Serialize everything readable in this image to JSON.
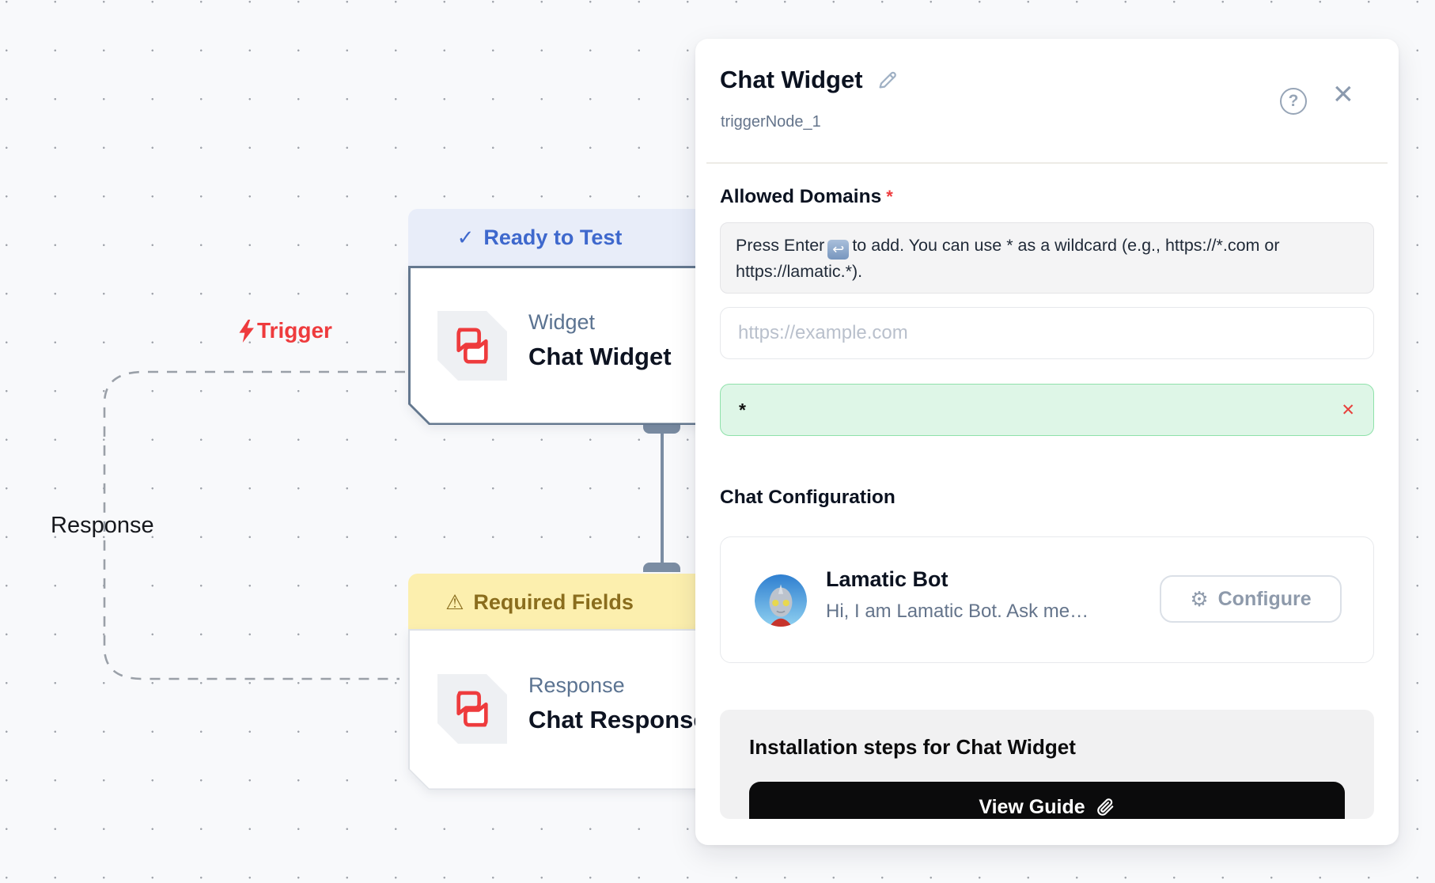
{
  "colors": {
    "accent_blue": "#3e68cd",
    "alert_red": "#ee3b3d",
    "warning_text": "#8a6d1d",
    "slate_border": "#64788f",
    "success_bg": "#def6e7",
    "success_border": "#8fe1aa"
  },
  "icons": {
    "check": "✓",
    "warning": "⚠",
    "help": "?",
    "close": "×",
    "remove": "✕",
    "enter_key": "↩",
    "gear": "⚙"
  },
  "canvas": {
    "trigger_label": "Trigger",
    "response_label": "Response",
    "widget_node": {
      "badge": "Ready to Test",
      "type_label": "Widget",
      "title": "Chat Widget"
    },
    "response_node": {
      "badge": "Required Fields",
      "type_label": "Response",
      "title": "Chat Response"
    }
  },
  "panel": {
    "title": "Chat Widget",
    "node_id": "triggerNode_1",
    "allowed_domains": {
      "label": "Allowed Domains",
      "required_marker": "*",
      "hint_prefix": "Press Enter",
      "hint_suffix": "to add. You can use * as a wildcard (e.g., https://*.com or https://lamatic.*).",
      "placeholder": "https://example.com",
      "domains": [
        {
          "value": "*"
        }
      ]
    },
    "chat_configuration": {
      "label": "Chat Configuration",
      "bot_name": "Lamatic Bot",
      "bot_subtitle": "Hi, I am Lamatic Bot. Ask me…",
      "configure_label": "Configure"
    },
    "installation": {
      "title": "Installation steps for Chat Widget",
      "button_label": "View Guide"
    }
  }
}
